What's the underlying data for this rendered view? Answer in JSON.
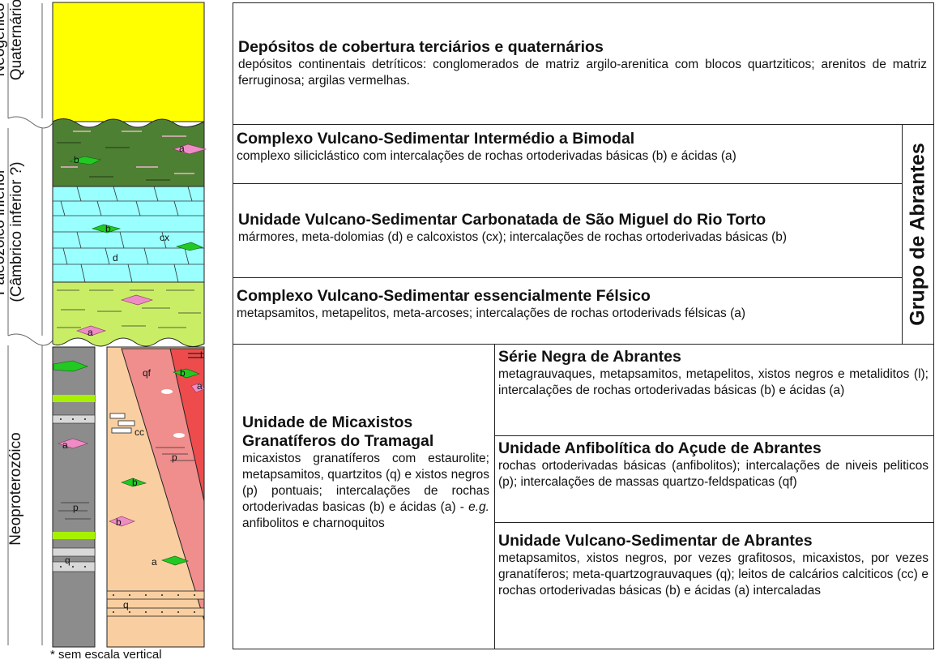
{
  "column": {
    "era_labels": {
      "neogenico": "Neogénico",
      "quaternario": "Quaternário",
      "paleozoico": "Paleozóico inferior",
      "cambrico": "(Câmbrico inferior ?)",
      "neoproterozoico": "Neoproterozóico"
    },
    "symbols": [
      "a",
      "b",
      "b",
      "cx",
      "d",
      "a",
      "qf",
      "b",
      "a",
      "cc",
      "b",
      "p",
      "a",
      "p",
      "b",
      "a",
      "q",
      "q",
      "l"
    ],
    "note": "* sem escala vertical",
    "colors": {
      "cover": "#ffff00",
      "bimodal": "#4e8034",
      "carbonate": "#99ffff",
      "felsic": "#c9ee66",
      "micaxisto": "#f9cfa1",
      "series_negra": "#f08d8d",
      "anfibolitica": "#ee4c4c",
      "vulcano_abrantes": "#8c8c8c",
      "mafic_lens": "#22c922",
      "felsic_lens": "#ee8cc6"
    }
  },
  "units": {
    "cobertura": {
      "title": "Depósitos de cobertura terciários e quaternários",
      "desc": "depósitos continentais detríticos: conglomerados de matriz argilo-arenitica com blocos quartziticos; arenitos de matriz ferruginosa; argilas vermelhas."
    },
    "bimodal": {
      "title": "Complexo Vulcano-Sedimentar Intermédio a Bimodal",
      "desc": "complexo siliciclástico com intercalações de rochas ortoderivadas básicas (b) e ácidas (a)"
    },
    "carbonatada": {
      "title": "Unidade Vulcano-Sedimentar Carbonatada de São Miguel do Rio Torto",
      "desc": "mármores, meta-dolomias (d) e calcoxistos (cx); intercalações de rochas ortoderivadas básicas (b)"
    },
    "felsico": {
      "title": "Complexo Vulcano-Sedimentar essencialmente Félsico",
      "desc": "metapsamitos, metapelitos, meta-arcoses; intercalações de rochas ortoderivads félsicas (a)"
    },
    "grupo": "Grupo de Abrantes",
    "micaxistos": {
      "title": "Unidade de Micaxistos Granatíferos do Tramagal",
      "desc_pre": "micaxistos granatíferos com estaurolite; metapsamitos, quartzitos (q) e xistos negros (p) pontuais; intercalações de rochas ortoderivadas basicas (b) e ácidas (a) -",
      "eg": "e.g.",
      "desc_post": "anfibolitos e charnoquitos"
    },
    "serie_negra": {
      "title": "Série Negra de Abrantes",
      "desc": "metagrauvaques, metapsamitos, metapelitos, xistos negros e metaliditos (l); intercalações de rochas ortoderivadas básicas (b) e ácidas (a)"
    },
    "anfibolitica": {
      "title": "Unidade Anfibolítica do Açude de Abrantes",
      "desc": "rochas ortoderivadas básicas (anfibolitos); intercalações de niveis peliticos (p); intercalações de massas quartzo-feldspaticas (qf)"
    },
    "vulcano": {
      "title": "Unidade Vulcano-Sedimentar de Abrantes",
      "desc": "metapsamitos, xistos negros, por vezes grafitosos, micaxistos, por vezes granatíferos; meta-quartzograuvaques (q); leitos de calcários calciticos (cc) e rochas ortoderivadas básicas (b) e ácidas (a) intercaladas"
    }
  }
}
